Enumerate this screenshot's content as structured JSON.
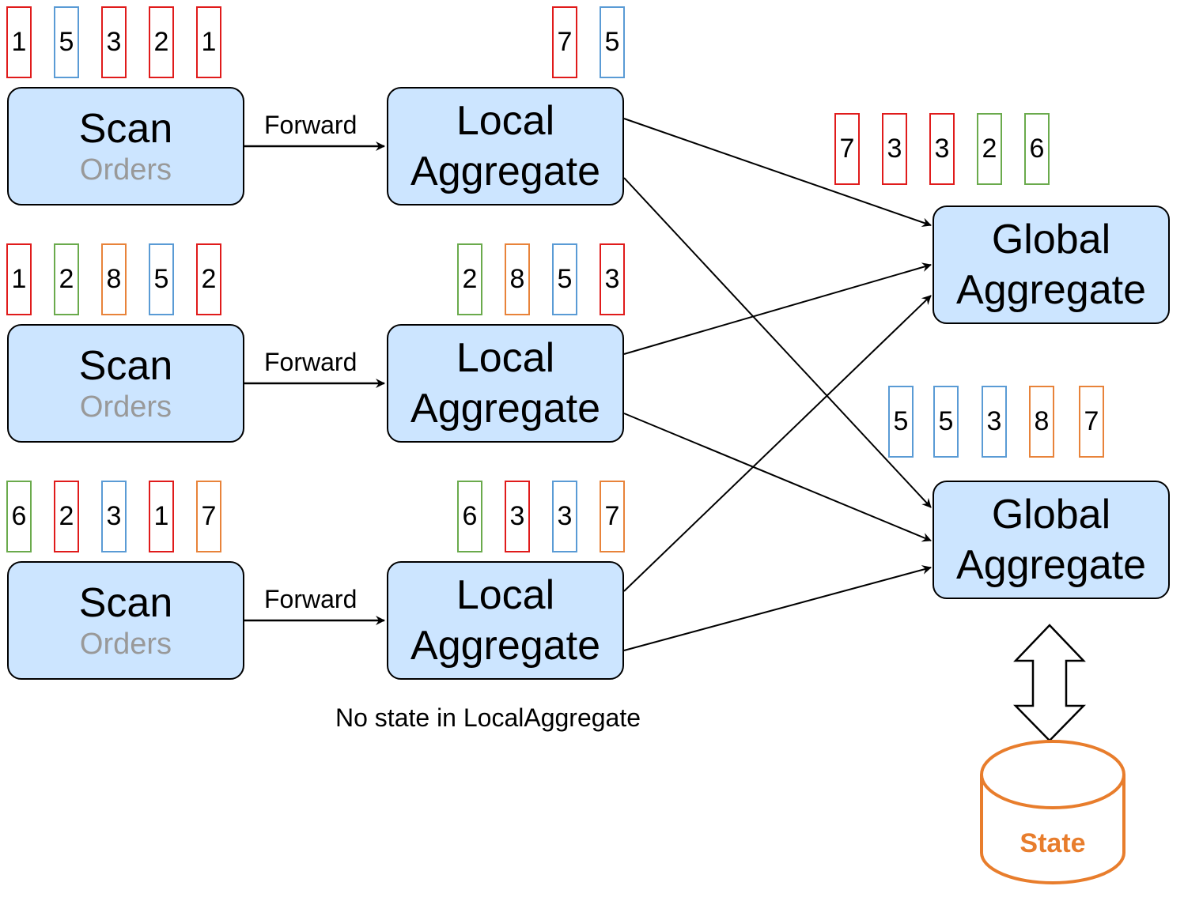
{
  "scan_nodes": [
    {
      "title": "Scan",
      "subtitle": "Orders"
    },
    {
      "title": "Scan",
      "subtitle": "Orders"
    },
    {
      "title": "Scan",
      "subtitle": "Orders"
    }
  ],
  "local_nodes": [
    {
      "line1": "Local",
      "line2": "Aggregate"
    },
    {
      "line1": "Local",
      "line2": "Aggregate"
    },
    {
      "line1": "Local",
      "line2": "Aggregate"
    }
  ],
  "global_nodes": [
    {
      "line1": "Global",
      "line2": "Aggregate"
    },
    {
      "line1": "Global",
      "line2": "Aggregate"
    }
  ],
  "edge_labels": [
    "Forward",
    "Forward",
    "Forward"
  ],
  "note": "No state in LocalAggregate",
  "state_label": "State",
  "colors": {
    "red": "#e01b1b",
    "blue": "#5a9bd5",
    "green": "#6aaa4c",
    "orange": "#e8833a",
    "node_fill": "#cce5ff",
    "state": "#e87d2c"
  },
  "token_groups": {
    "scan_1": [
      {
        "v": "1",
        "c": "red"
      },
      {
        "v": "5",
        "c": "blue"
      },
      {
        "v": "3",
        "c": "red"
      },
      {
        "v": "2",
        "c": "red"
      },
      {
        "v": "1",
        "c": "red"
      }
    ],
    "scan_2": [
      {
        "v": "1",
        "c": "red"
      },
      {
        "v": "2",
        "c": "green"
      },
      {
        "v": "8",
        "c": "orange"
      },
      {
        "v": "5",
        "c": "blue"
      },
      {
        "v": "2",
        "c": "red"
      }
    ],
    "scan_3": [
      {
        "v": "6",
        "c": "green"
      },
      {
        "v": "2",
        "c": "red"
      },
      {
        "v": "3",
        "c": "blue"
      },
      {
        "v": "1",
        "c": "red"
      },
      {
        "v": "7",
        "c": "orange"
      }
    ],
    "local_1": [
      {
        "v": "7",
        "c": "red"
      },
      {
        "v": "5",
        "c": "blue"
      }
    ],
    "local_2": [
      {
        "v": "2",
        "c": "green"
      },
      {
        "v": "8",
        "c": "orange"
      },
      {
        "v": "5",
        "c": "blue"
      },
      {
        "v": "3",
        "c": "red"
      }
    ],
    "local_3": [
      {
        "v": "6",
        "c": "green"
      },
      {
        "v": "3",
        "c": "red"
      },
      {
        "v": "3",
        "c": "blue"
      },
      {
        "v": "7",
        "c": "orange"
      }
    ],
    "global_1": [
      {
        "v": "7",
        "c": "red"
      },
      {
        "v": "3",
        "c": "red"
      },
      {
        "v": "3",
        "c": "red"
      },
      {
        "v": "2",
        "c": "green"
      },
      {
        "v": "6",
        "c": "green"
      }
    ],
    "global_2": [
      {
        "v": "5",
        "c": "blue"
      },
      {
        "v": "5",
        "c": "blue"
      },
      {
        "v": "3",
        "c": "blue"
      },
      {
        "v": "8",
        "c": "orange"
      },
      {
        "v": "7",
        "c": "orange"
      }
    ]
  }
}
